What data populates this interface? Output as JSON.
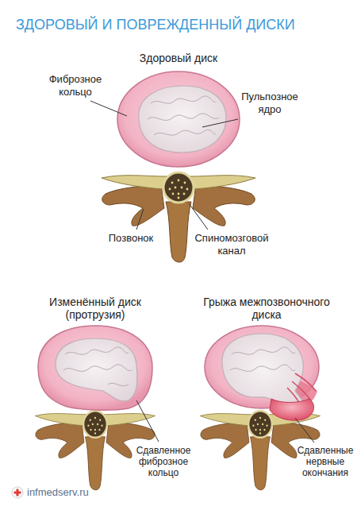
{
  "diagram": {
    "title": "ЗДОРОВЫЙ И ПОВРЕЖДЕННЫЙ ДИСКИ",
    "labels": [
      "Здоровый диск",
      "Фиброзное кольцо",
      "Пульпозное ядро",
      "Позвонок",
      "Спиномозговой канал",
      "Изменённый диск (протрузия)",
      "Грыжа межпозвоночного диска",
      "Сдавленное фиброзное кольцо",
      "Сдавленные нервные окончания",
      "infmedserv.ru"
    ]
  }
}
